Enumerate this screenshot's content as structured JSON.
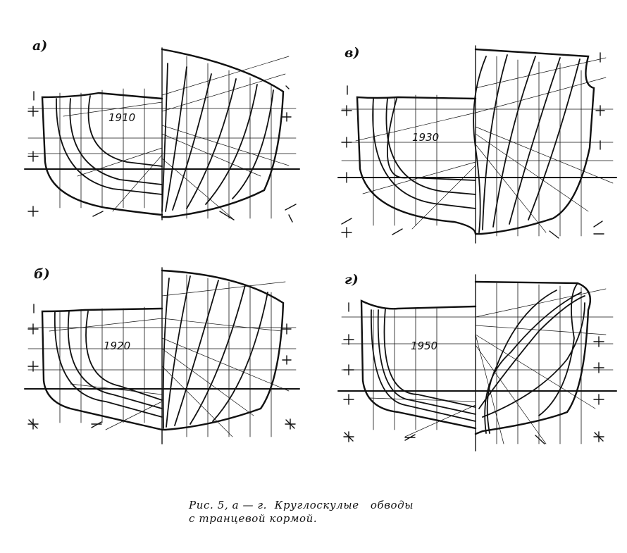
{
  "figure": {
    "panels": [
      {
        "label": "а)",
        "year": "1910"
      },
      {
        "label": "в)",
        "year": "1930"
      },
      {
        "label": "б)",
        "year": "1920"
      },
      {
        "label": "г)",
        "year": "1950"
      }
    ],
    "caption": {
      "line1": "Рис. 5, а — г.  Круглоскулые   обводы",
      "line2": "с транцевой кормой."
    }
  }
}
